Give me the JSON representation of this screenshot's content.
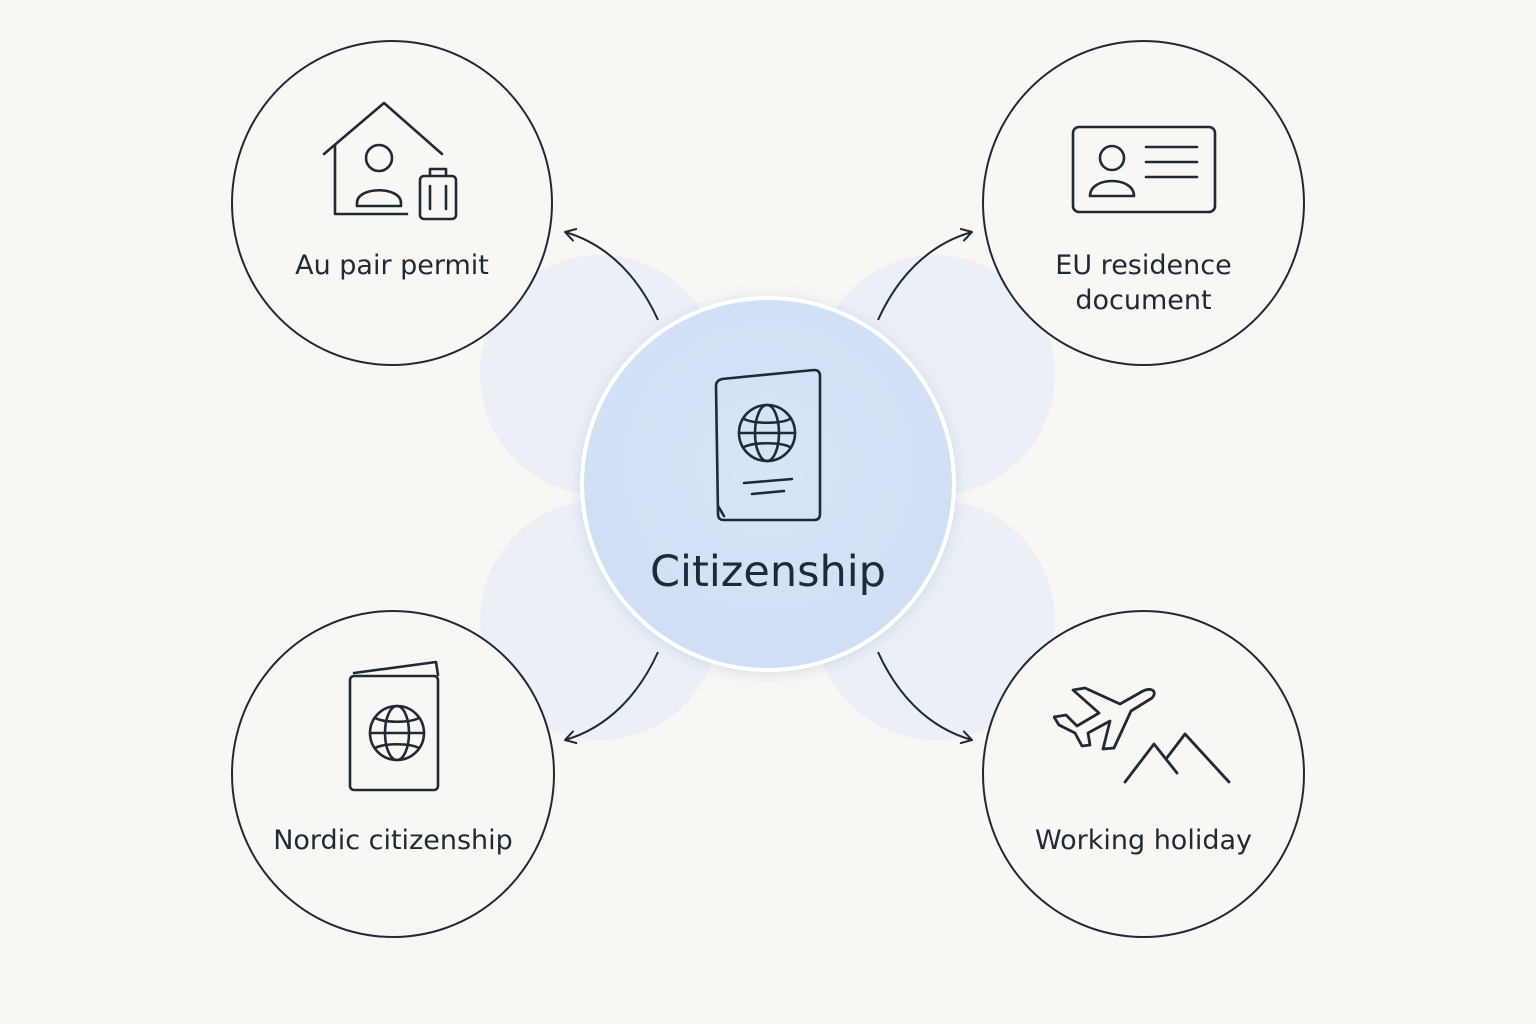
{
  "diagram": {
    "center": {
      "label": "Citizenship",
      "icon": "passport-globe-icon"
    },
    "nodes": [
      {
        "label": "Au pair permit",
        "icon": "house-person-suitcase-icon"
      },
      {
        "label": "EU residence\ndocument",
        "icon": "id-card-icon"
      },
      {
        "label": "Nordic citizenship",
        "icon": "passport-icon"
      },
      {
        "label": "Working holiday",
        "icon": "airplane-mountains-icon"
      }
    ],
    "colors": {
      "background": "#f8f7f4",
      "stroke": "#1f2a37",
      "center_fill": "#cfe0f5",
      "halo": "#e8eef6"
    }
  }
}
